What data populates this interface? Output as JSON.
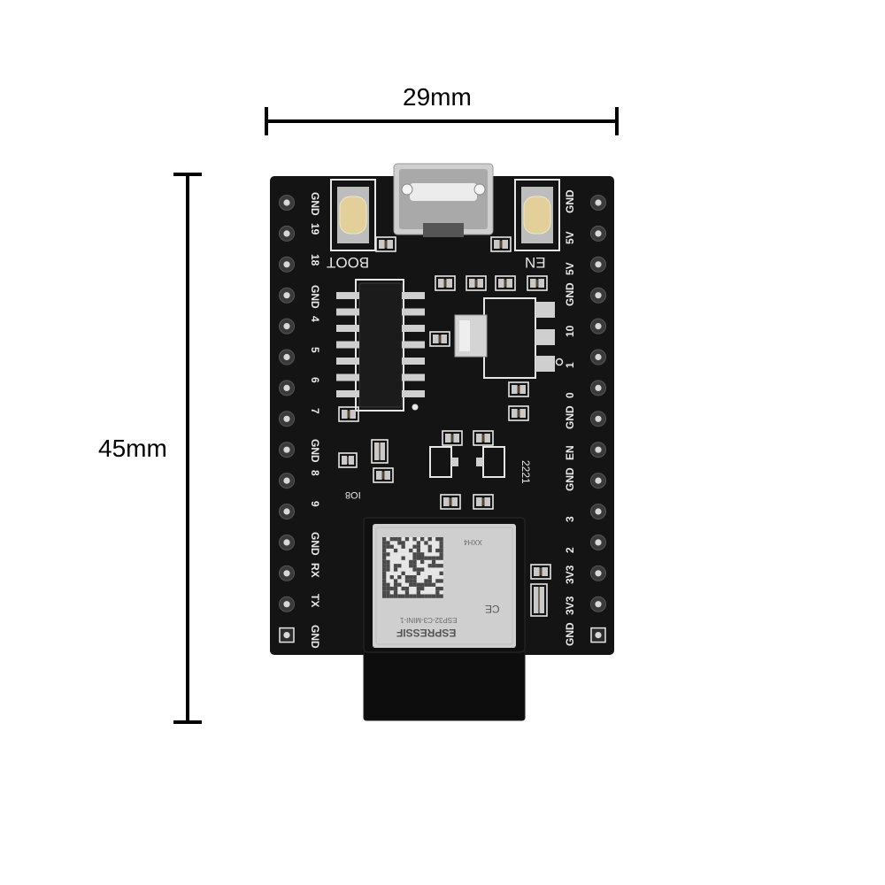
{
  "dimensions": {
    "width_label": "29mm",
    "height_label": "45mm"
  },
  "board": {
    "colors": {
      "pcb": "#141414",
      "silkscreen": "#e9e9e9",
      "module_shield": "#cfcfcf",
      "antenna": "#0d0d0d",
      "pin_pad": "#3a3a3a"
    },
    "left_header": [
      "GND",
      "19",
      "18",
      "GND",
      "4",
      "5",
      "6",
      "7",
      "GND",
      "8",
      "9",
      "GND",
      "RX",
      "TX",
      "GND"
    ],
    "right_header": [
      "GND",
      "5V",
      "5V",
      "GND",
      "10",
      "1",
      "0",
      "GND",
      "EN",
      "GND",
      "3",
      "2",
      "3V3",
      "3V3",
      "GND"
    ],
    "boot_label": "BOOT",
    "en_label": "EN",
    "io8_label": "IO8",
    "code_label": "2221",
    "module": {
      "brand": "ESPRESSIF",
      "model": "ESP32-C3-MINI-1",
      "id": "XXH4",
      "mark": "CE"
    }
  }
}
